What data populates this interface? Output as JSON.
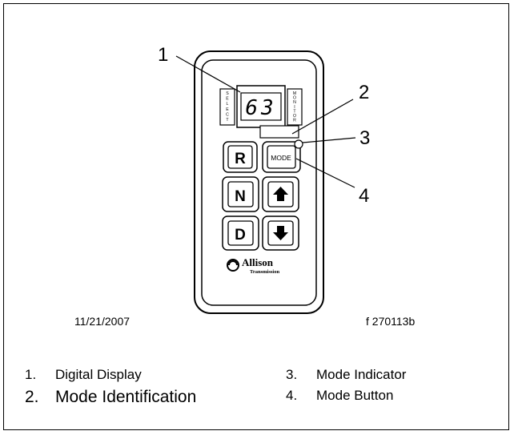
{
  "diagram": {
    "display_digits": "63",
    "select_label": "SELECT",
    "monitor_label": "MONITOR",
    "buttons": {
      "reverse": "R",
      "neutral": "N",
      "drive": "D",
      "mode": "MODE"
    },
    "brand": {
      "name": "Allison",
      "sub": "Transmission"
    },
    "callouts": [
      "1",
      "2",
      "3",
      "4"
    ],
    "date": "11/21/2007",
    "figure_id": "f 270113b"
  },
  "legend": [
    {
      "num": "1.",
      "label": "Digital Display"
    },
    {
      "num": "2.",
      "label": "Mode Identification"
    },
    {
      "num": "3.",
      "label": "Mode Indicator"
    },
    {
      "num": "4.",
      "label": "Mode Button"
    }
  ]
}
